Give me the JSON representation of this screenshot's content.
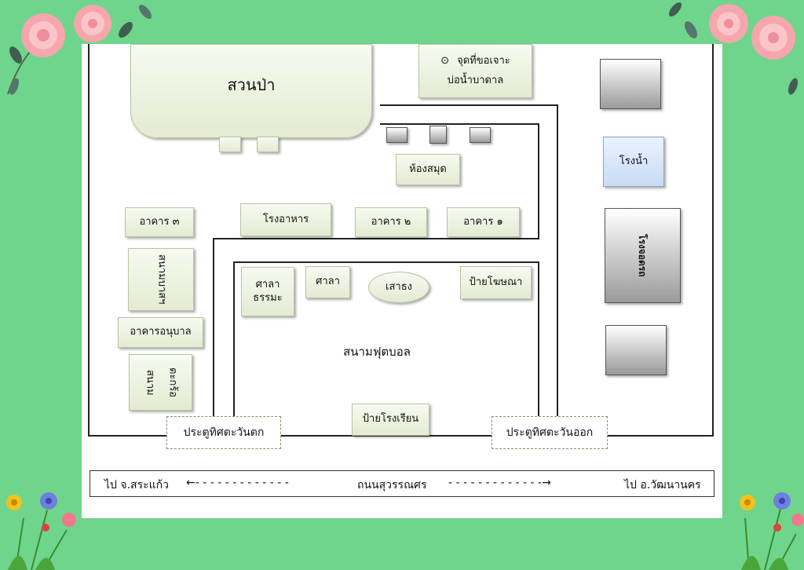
{
  "park": "สวนป่า",
  "well": {
    "marker": "⊙",
    "line1": "จุดที่ขอเจาะ",
    "line2": "บ่อน้ำบาดาล"
  },
  "library": "ห้องสมุด",
  "water_plant": "โรงน้ำ",
  "garage": "โรงจอดรถ",
  "canteen": "โรงอาหาร",
  "building3": "อาคาร ๓",
  "building2": "อาคาร ๒",
  "building1": "อาคาร ๑",
  "court1": "สนามบาสฯ",
  "kindergarten": "อาคารอนุบาล",
  "court2_a": "สนาม",
  "court2_b": "ตะกร้อ",
  "dharma_pavilion": "ศาลา ธรรมะ",
  "pavilion": "ศาลา",
  "flagpole": "เสาธง",
  "billboard": "ป้ายโฆษณา",
  "football_field": "สนามฟุตบอล",
  "school_sign": "ป้ายโรงเรียน",
  "west_gate": "ประตูทิศตะวันตก",
  "east_gate": "ประตูทิศตะวันออก",
  "road": {
    "left": "ไป จ.สระแก้ว",
    "left_arrow": "←- - - - - - - - - - - - -",
    "name": "ถนนสุวรรณศร",
    "right_arrow": "- - - - - - - - - - - - -→",
    "right": "ไป อ.วัฒนานคร"
  }
}
